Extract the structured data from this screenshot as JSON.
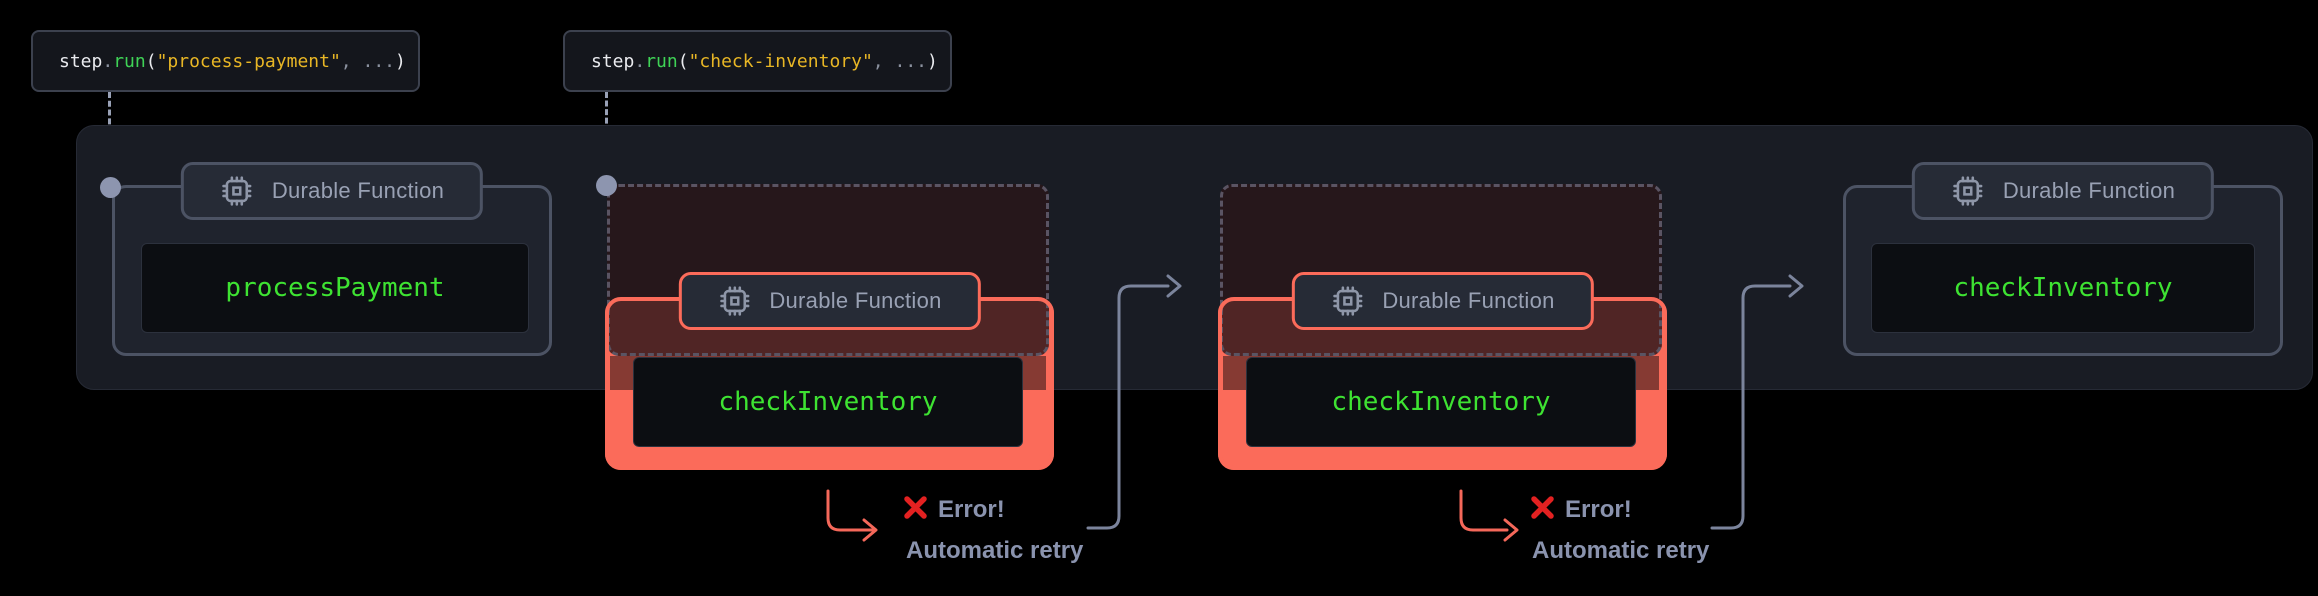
{
  "colors": {
    "background": "#000000",
    "band": "#191c24",
    "card_border": "#4c5364",
    "accent_coral": "#fb6b5a",
    "function_green": "#3ee332",
    "code_string_gold": "#e8b625",
    "code_method_green": "#3fd356",
    "slate_text": "#99a1b4",
    "error_red": "#e32121"
  },
  "code_tooltips": [
    {
      "tokens": {
        "object": "step",
        "dot": ".",
        "method": "run",
        "paren_open": "(",
        "argument": "\"process-payment\"",
        "comma": ", ",
        "rest": "...",
        "paren_close": ")"
      }
    },
    {
      "tokens": {
        "object": "step",
        "dot": ".",
        "method": "run",
        "paren_open": "(",
        "argument": "\"check-inventory\"",
        "comma": ", ",
        "rest": "...",
        "paren_close": ")"
      }
    }
  ],
  "cards": [
    {
      "badge_label": "Durable Function",
      "function_name": "processPayment",
      "state": "normal"
    },
    {
      "badge_label": "Durable Function",
      "function_name": "checkInventory",
      "state": "error"
    },
    {
      "badge_label": "Durable Function",
      "function_name": "checkInventory",
      "state": "error"
    },
    {
      "badge_label": "Durable Function",
      "function_name": "checkInventory",
      "state": "normal"
    }
  ],
  "error_annotations": [
    {
      "error_label": "Error!",
      "retry_label": "Automatic retry"
    },
    {
      "error_label": "Error!",
      "retry_label": "Automatic retry"
    }
  ]
}
